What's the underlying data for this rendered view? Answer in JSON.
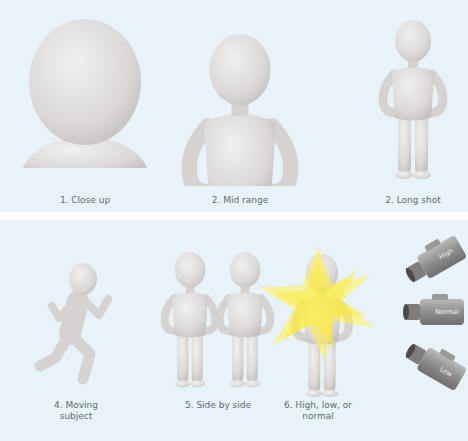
{
  "diagram": {
    "labels": [
      "1. Close up",
      "2. Mid range",
      "2. Long shot",
      "4. Moving subject",
      "5. Side by side",
      "6. High, low, or normal",
      "High",
      "Normal",
      "Low"
    ]
  }
}
